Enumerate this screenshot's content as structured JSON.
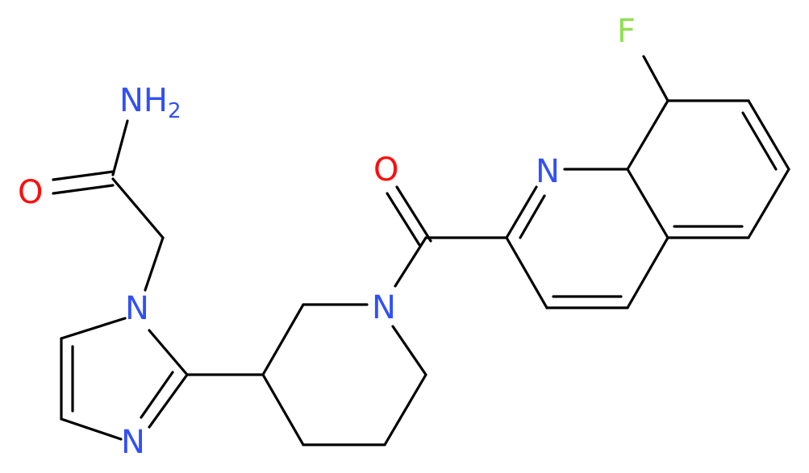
{
  "colors": {
    "N": "#3050F8",
    "O": "#FF0D0D",
    "F": "#90E050",
    "bond": "#000000"
  },
  "labels": {
    "nh2": "NH",
    "nh2_sub": "2",
    "o_amide": "O",
    "n_imid_1": "N",
    "n_imid_3": "N",
    "n_piperidine": "N",
    "o_carbonyl": "O",
    "n_quinoline": "N",
    "f": "F"
  }
}
